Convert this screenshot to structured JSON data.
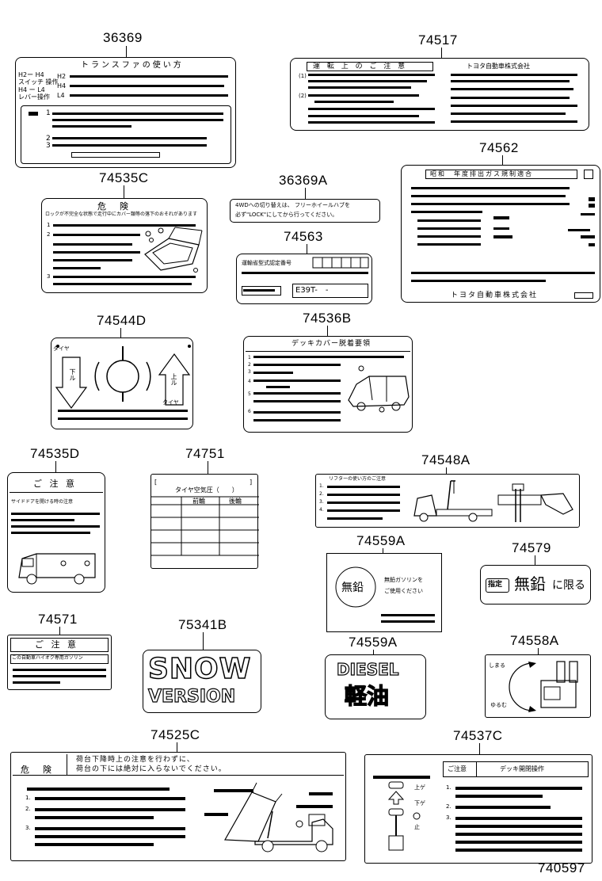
{
  "diagram_id": "740597",
  "labels": {
    "l36369": {
      "part_no": "36369",
      "title": "トランスファの使い方",
      "rows": [
        "H2ー H4",
        "スイッチ 操作",
        "H4 ー L4",
        "レバー操作"
      ],
      "codes": [
        "H2",
        "H4",
        "L4"
      ],
      "nums": [
        "1",
        "2",
        "3"
      ]
    },
    "l74517": {
      "part_no": "74517",
      "title": "運 転 上 の ご 注 意",
      "maker": "トヨタ自動車株式会社",
      "nums": [
        "(1)",
        "(2)"
      ]
    },
    "l74562": {
      "part_no": "74562",
      "title": "昭和　年度排出ガス規制適合",
      "maker": "トヨタ自動車株式会社"
    },
    "l74535C": {
      "part_no": "74535C",
      "title": "危　険",
      "subtitle": "ロックが不完全な状態で走行中にカバー類等の落下のおそれがあります",
      "nums": [
        "1",
        "2",
        "3"
      ]
    },
    "l36369A": {
      "part_no": "36369A",
      "line1": "4WDへの切り替えは、 フリーホイールハブを",
      "line2": "必ず\"LOCK\"にしてから行ってください。"
    },
    "l74563": {
      "part_no": "74563",
      "title": "運輸省型式認定番号",
      "code": "E39T-　-"
    },
    "l74544D": {
      "part_no": "74544D",
      "left_arrow": "下ル",
      "right_arrow": "上ル",
      "side_left": "タイヤ",
      "side_right": "タイヤ"
    },
    "l74536B": {
      "part_no": "74536B",
      "title": "デッキカバー脱着要領",
      "nums": [
        "1",
        "2",
        "3",
        "4",
        "5",
        "6"
      ]
    },
    "l74535D": {
      "part_no": "74535D",
      "title": "ご 注 意",
      "line1": "サイドドアを開ける時の注意"
    },
    "l74751": {
      "part_no": "74751",
      "title": "タイヤ空気圧（　　）",
      "col1": "前輪",
      "col2": "後輪"
    },
    "l74548A": {
      "part_no": "74548A",
      "title": "リフターの使い方のご注意",
      "nums": [
        "1.",
        "2.",
        "3.",
        "4."
      ]
    },
    "l74559A_1": {
      "part_no": "74559A",
      "circle": "無鉛",
      "line1": "無鉛ガソリンを",
      "line2": "ご使用ください"
    },
    "l74579": {
      "part_no": "74579",
      "badge": "指定",
      "main": "無鉛",
      "suffix": "に限る"
    },
    "l74571": {
      "part_no": "74571",
      "title": "ご 注 意",
      "line1": "この自動車ハイオク専用ガソリン"
    },
    "l75341B": {
      "part_no": "75341B",
      "line1": "SNOW",
      "line2": "VERSION"
    },
    "l74559A_2": {
      "part_no": "74559A",
      "line1": "DIESEL",
      "line2": "軽油"
    },
    "l74558A": {
      "part_no": "74558A",
      "top": "しまる",
      "bottom": "ゆるむ"
    },
    "l74525C": {
      "part_no": "74525C",
      "title": "危　険",
      "line1": "荷台下降時上の注意を行わずに、",
      "line2": "荷台の下には絶対に入らないでください。",
      "nums": [
        "1.",
        "2.",
        "3."
      ]
    },
    "l74537C": {
      "part_no": "74537C",
      "title": "ご注意",
      "title2": "デッキ開閉操作",
      "icons": [
        "上ゲ",
        "下ゲ",
        "止"
      ],
      "nums": [
        "1.",
        "2.",
        "3."
      ]
    }
  }
}
